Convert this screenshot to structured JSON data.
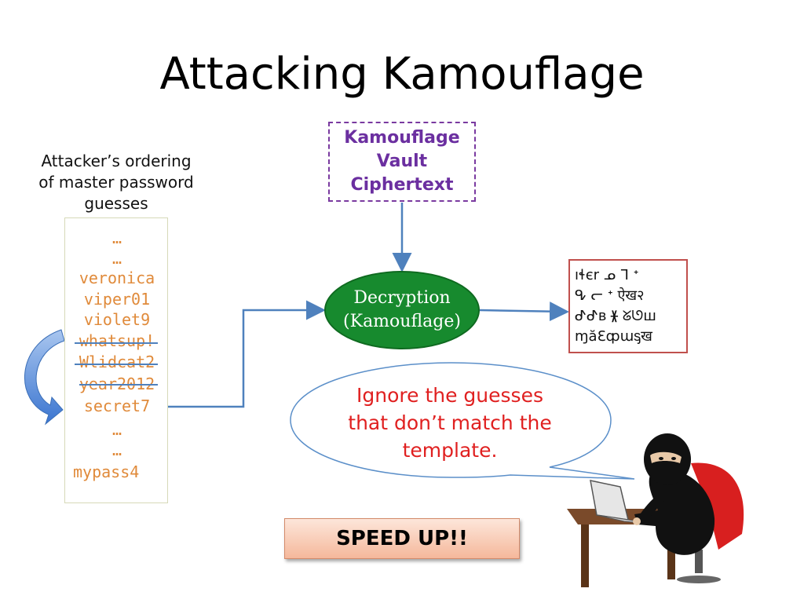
{
  "slide": {
    "title": "Attacking Kamouflage",
    "caption": [
      "Attacker’s ordering",
      "of  master password",
      "guesses"
    ],
    "guesses": [
      {
        "text": "…",
        "struck": false
      },
      {
        "text": "…",
        "struck": false
      },
      {
        "text": "veronica",
        "struck": false
      },
      {
        "text": "viper01",
        "struck": false
      },
      {
        "text": "violet9",
        "struck": false
      },
      {
        "text": "whatsup!",
        "struck": true
      },
      {
        "text": "Wlidcat2",
        "struck": true
      },
      {
        "text": "year2012",
        "struck": true
      },
      {
        "text": "secret7",
        "struck": false
      },
      {
        "text": "…",
        "struck": false
      },
      {
        "text": "…",
        "struck": false
      },
      {
        "text": "mypass4",
        "struck": false
      }
    ],
    "vault": [
      "Kamouflage",
      "Vault",
      "Ciphertext"
    ],
    "decryption": [
      "Decryption",
      "(Kamouflage)"
    ],
    "ciphertext_lines": [
      "ıɬєr ᓄ ᒣ ᐩ",
      "ᕴ ᓕ ᐩ ऐख२",
      "ᕷᕷʙ ᚕ ᘜᘎш",
      "ɱӑԐȹɯᶊख"
    ],
    "bubble": [
      "Ignore the guesses",
      "that don’t match the",
      "template."
    ],
    "speed_up": "SPEED UP!!"
  },
  "colors": {
    "guess_text": "#e08a3a",
    "vault": "#6b2fa0",
    "decrypt_fill": "#178a2e",
    "arrow": "#4f81bd",
    "bubble_text": "#e02020",
    "cipher_border": "#c0504d"
  }
}
